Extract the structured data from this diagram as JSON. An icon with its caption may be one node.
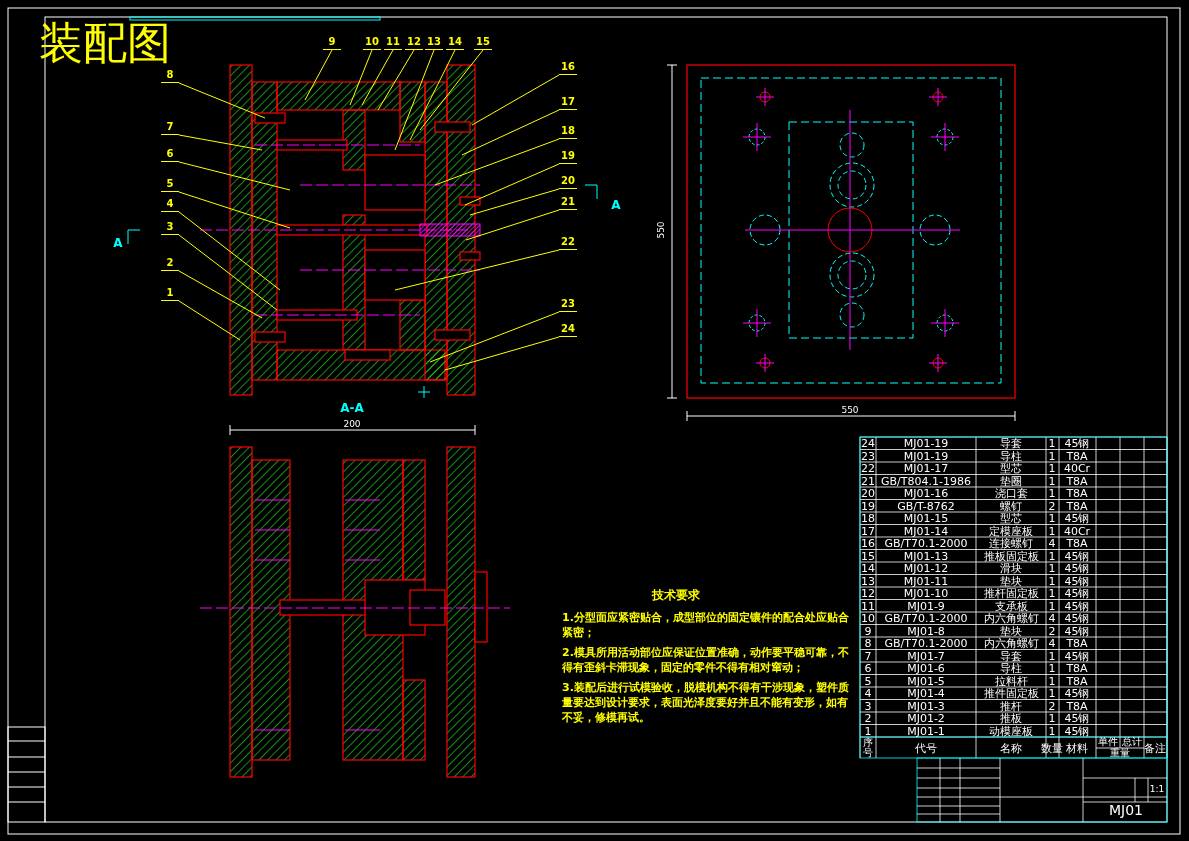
{
  "diagram": {
    "title": "装配图",
    "nodes": [
      {
        "text": [
          "1"
        ]
      },
      {
        "text": [
          "2"
        ]
      },
      {
        "text": [
          "3"
        ]
      },
      {
        "text": [
          "4"
        ]
      },
      {
        "text": [
          "5"
        ]
      },
      {
        "text": [
          "6"
        ]
      },
      {
        "text": [
          "7"
        ]
      },
      {
        "text": [
          "8"
        ]
      },
      {
        "text": [
          "9"
        ]
      },
      {
        "text": [
          "10"
        ]
      },
      {
        "text": [
          "11"
        ]
      },
      {
        "text": [
          "12"
        ]
      },
      {
        "text": [
          "13"
        ]
      },
      {
        "text": [
          "14"
        ]
      },
      {
        "text": [
          "15"
        ]
      },
      {
        "text": [
          "16"
        ]
      },
      {
        "text": [
          "17"
        ]
      },
      {
        "text": [
          "18"
        ]
      },
      {
        "text": [
          "19"
        ]
      },
      {
        "text": [
          "20"
        ]
      },
      {
        "text": [
          "21"
        ]
      },
      {
        "text": [
          "22"
        ]
      },
      {
        "text": [
          "23"
        ]
      },
      {
        "text": [
          "24"
        ]
      }
    ],
    "edges": [
      {
        "from": 0,
        "to": null,
        "arrow": "none"
      },
      {
        "from": 1,
        "to": null,
        "arrow": "none"
      },
      {
        "from": 2,
        "to": null,
        "arrow": "none"
      },
      {
        "from": 3,
        "to": null,
        "arrow": "none"
      },
      {
        "from": 4,
        "to": null,
        "arrow": "none"
      },
      {
        "from": 5,
        "to": null,
        "arrow": "none"
      },
      {
        "from": 6,
        "to": null,
        "arrow": "none"
      },
      {
        "from": 7,
        "to": null,
        "arrow": "none"
      },
      {
        "from": 8,
        "to": null,
        "arrow": "none"
      },
      {
        "from": 9,
        "to": null,
        "arrow": "none"
      },
      {
        "from": 10,
        "to": null,
        "arrow": "none"
      },
      {
        "from": 11,
        "to": null,
        "arrow": "none"
      },
      {
        "from": 12,
        "to": null,
        "arrow": "none"
      },
      {
        "from": 13,
        "to": null,
        "arrow": "none"
      },
      {
        "from": 14,
        "to": null,
        "arrow": "none"
      },
      {
        "from": 15,
        "to": null,
        "arrow": "none"
      },
      {
        "from": 16,
        "to": null,
        "arrow": "none"
      },
      {
        "from": 17,
        "to": null,
        "arrow": "none"
      },
      {
        "from": 18,
        "to": null,
        "arrow": "none"
      },
      {
        "from": 19,
        "to": null,
        "arrow": "none"
      },
      {
        "from": 20,
        "to": null,
        "arrow": "none"
      },
      {
        "from": 21,
        "to": null,
        "arrow": "none"
      },
      {
        "from": 22,
        "to": null,
        "arrow": "none"
      },
      {
        "from": 23,
        "to": null,
        "arrow": "none"
      }
    ],
    "labels": [
      "A",
      "550",
      "A",
      "A-A",
      "550",
      "200",
      "技术要求",
      "1.分型面应紧密贴合，成型部位的固定镶件的配合处应贴合紧密；",
      "2.模具所用活动部位应保证位置准确，动作要平稳可靠，不得有歪斜卡滞现象，固定的零件不得有相对窜动；",
      "3.装配后进行试模验收，脱模机构不得有干涉现象，塑件质量要达到设计要求，表面光泽度要好并且不能有变形，如有不妥，修模再试。",
      "24",
      "MJ01-19",
      "导套",
      "1",
      "45钢",
      "23",
      "MJ01-19",
      "导柱",
      "1",
      "T8A",
      "22",
      "MJ01-17",
      "型芯",
      "1",
      "40Cr",
      "21",
      "GB/T804.1-1986",
      "垫圈",
      "1",
      "T8A",
      "20",
      "MJ01-16",
      "浇口套",
      "1",
      "T8A",
      "19",
      "GB/T-8762",
      "螺钉",
      "2",
      "T8A",
      "18",
      "MJ01-15",
      "型芯",
      "1",
      "45钢",
      "17",
      "MJ01-14",
      "定模座板",
      "1",
      "40Cr",
      "16",
      "GB/T70.1-2000",
      "连接螺钉",
      "4",
      "T8A",
      "15",
      "MJ01-13",
      "推板固定板",
      "1",
      "45钢",
      "14",
      "MJ01-12",
      "滑块",
      "1",
      "45钢",
      "13",
      "MJ01-11",
      "垫块",
      "1",
      "45钢",
      "12",
      "MJ01-10",
      "推杆固定板",
      "1",
      "45钢",
      "11",
      "MJ01-9",
      "支承板",
      "1",
      "45钢",
      "10",
      "GB/T70.1-2000",
      "内六角螺钉",
      "4",
      "45钢",
      "9",
      "MJ01-8",
      "垫块",
      "2",
      "45钢",
      "8",
      "GB/T70.1-2000",
      "内六角螺钉",
      "4",
      "T8A",
      "7",
      "MJ01-7",
      "导套",
      "1",
      "45钢",
      "6",
      "MJ01-6",
      "导柱",
      "1",
      "T8A",
      "5",
      "MJ01-5",
      "拉料杆",
      "1",
      "T8A",
      "4",
      "MJ01-4",
      "推件固定板",
      "1",
      "45钢",
      "3",
      "MJ01-3",
      "推杆",
      "2",
      "T8A",
      "2",
      "MJ01-2",
      "推板",
      "1",
      "45钢",
      "1",
      "MJ01-1",
      "动模座板",
      "1",
      "45钢",
      "序号",
      "代号",
      "名称",
      "数量",
      "材料",
      "单件",
      "总计",
      "重量",
      "备注",
      "1:1",
      "MJ01"
    ]
  }
}
